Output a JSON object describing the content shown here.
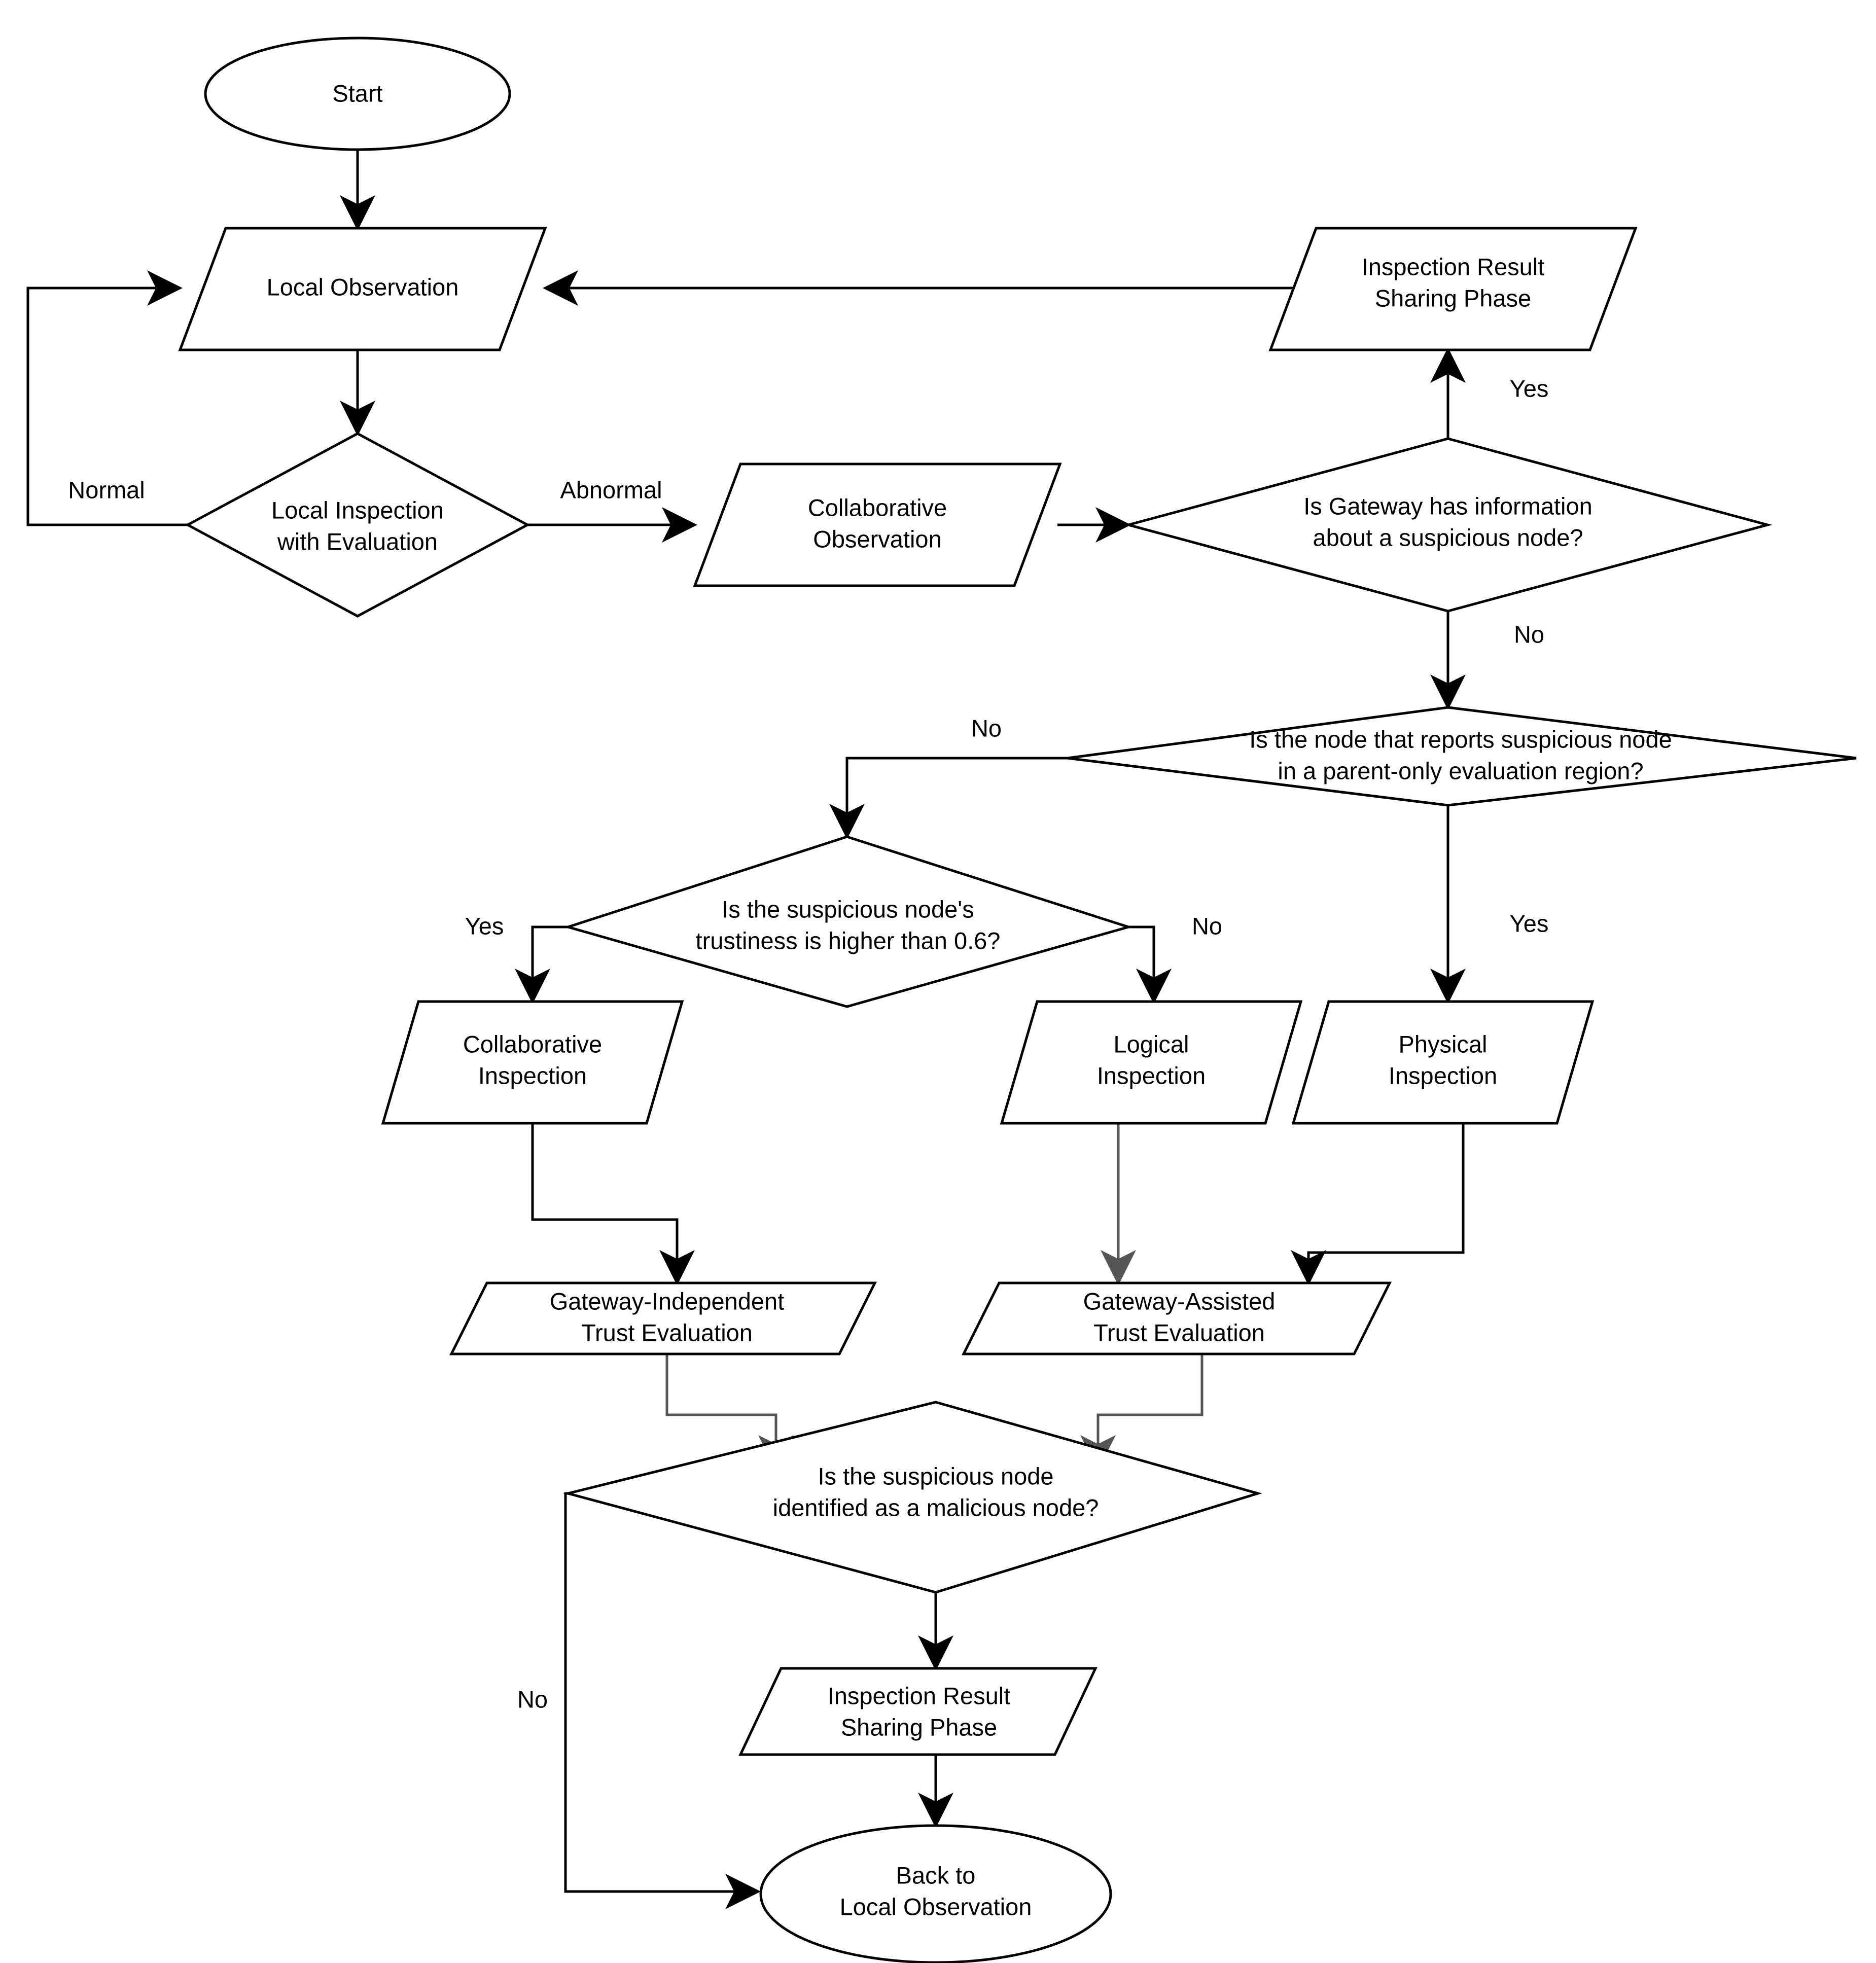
{
  "diagram": {
    "title": "Node Inspection and Trust Evaluation Flowchart",
    "type": "flowchart",
    "background": "#ffffff",
    "stroke_color": "#000000"
  },
  "nodes": {
    "start": {
      "label": "Start",
      "shape": "ellipse"
    },
    "local_observation": {
      "label": "Local Observation",
      "shape": "parallelogram"
    },
    "local_inspection": {
      "line1": "Local Inspection",
      "line2": "with Evaluation",
      "shape": "diamond"
    },
    "collaborative_observation": {
      "line1": "Collaborative",
      "line2": "Observation",
      "shape": "parallelogram"
    },
    "inspection_result_top": {
      "line1": "Inspection Result",
      "line2": "Sharing Phase",
      "shape": "parallelogram"
    },
    "gateway_info_q": {
      "line1": "Is Gateway has information",
      "line2": "about a suspicious node?",
      "shape": "diamond"
    },
    "parent_only_q": {
      "line1": "Is the node that reports suspicious node",
      "line2": "in a parent-only evaluation region?",
      "shape": "diamond"
    },
    "trustiness_q": {
      "line1": "Is the suspicious node's",
      "line2": "trustiness is higher than 0.6?",
      "shape": "diamond"
    },
    "collaborative_inspection": {
      "line1": "Collaborative",
      "line2": "Inspection",
      "shape": "parallelogram"
    },
    "logical_inspection": {
      "line1": "Logical",
      "line2": "Inspection",
      "shape": "parallelogram"
    },
    "physical_inspection": {
      "line1": "Physical",
      "line2": "Inspection",
      "shape": "parallelogram"
    },
    "gateway_independent": {
      "line1": "Gateway-Independent",
      "line2": "Trust Evaluation",
      "shape": "parallelogram"
    },
    "gateway_assisted": {
      "line1": "Gateway-Assisted",
      "line2": "Trust Evaluation",
      "shape": "parallelogram"
    },
    "malicious_q": {
      "line1": "Is the suspicious node",
      "line2": "identified as a malicious node?",
      "shape": "diamond"
    },
    "inspection_result_bottom": {
      "line1": "Inspection Result",
      "line2": "Sharing Phase",
      "shape": "parallelogram"
    },
    "back_to_local": {
      "line1": "Back to",
      "line2": "Local Observation",
      "shape": "ellipse"
    }
  },
  "edge_labels": {
    "normal": "Normal",
    "abnormal": "Abnormal",
    "gateway_yes": "Yes",
    "gateway_no": "No",
    "parent_no": "No",
    "parent_yes": "Yes",
    "trust_yes": "Yes",
    "trust_no": "No",
    "malicious_no": "No"
  }
}
